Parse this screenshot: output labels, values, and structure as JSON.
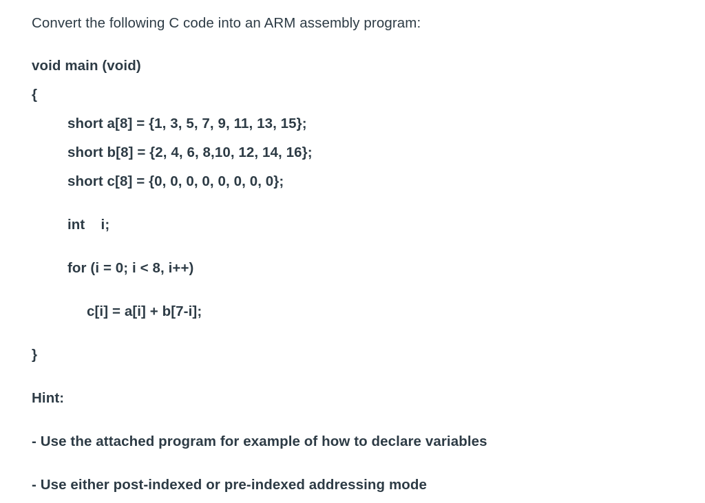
{
  "page": {
    "background_color": "#ffffff",
    "text_color": "#2d3b45"
  },
  "content": {
    "intro": "Convert the following C code into an ARM assembly program:",
    "code": {
      "signature": "void main (void)",
      "open_brace": "{",
      "declarations": [
        "short a[8] = {1, 3, 5, 7, 9, 11, 13, 15};",
        "short b[8] = {2, 4, 6, 8,10, 12, 14, 16};",
        "short c[8] = {0, 0, 0, 0, 0, 0, 0, 0};"
      ],
      "int_declaration": "int    i;",
      "for_statement": "for (i = 0; i < 8, i++)",
      "loop_body": "c[i] = a[i] + b[7-i];",
      "close_brace": "}"
    },
    "hint": {
      "label": "Hint:",
      "items": [
        "- Use the attached program for example of how to declare variables",
        "- Use either post-indexed or pre-indexed addressing mode"
      ]
    }
  }
}
